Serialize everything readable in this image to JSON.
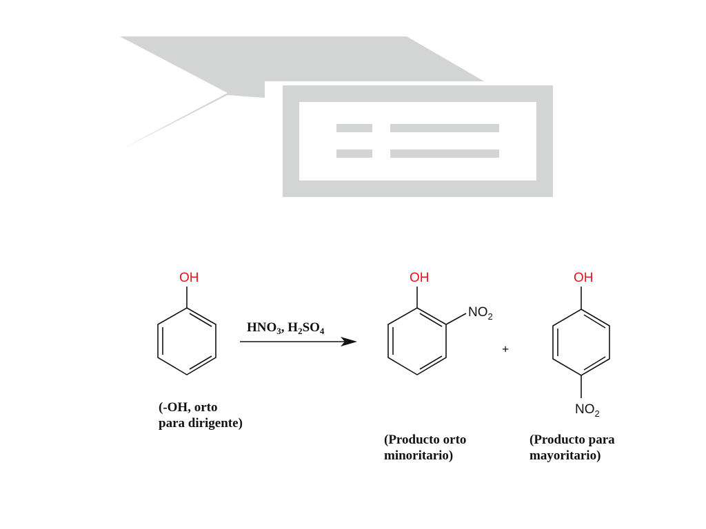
{
  "reaction": {
    "reactant": {
      "group": "OH",
      "caption_line1": "(-OH, orto",
      "caption_line2": "para dirigente)"
    },
    "reagents": {
      "text_parts": [
        "HNO",
        "3",
        ", H",
        "2",
        "SO",
        "4"
      ]
    },
    "plus": "+",
    "product_ortho": {
      "group_top": "OH",
      "group_side": "NO",
      "group_side_sub": "2",
      "caption_line1": "(Producto orto",
      "caption_line2": "minoritario)"
    },
    "product_para": {
      "group_top": "OH",
      "group_bottom": "NO",
      "group_bottom_sub": "2",
      "caption_line1": "(Producto para",
      "caption_line2": "mayoritario)"
    }
  },
  "colors": {
    "placeholder_gray": "#d3d4d4",
    "hydroxyl_red": "#e8141c"
  }
}
